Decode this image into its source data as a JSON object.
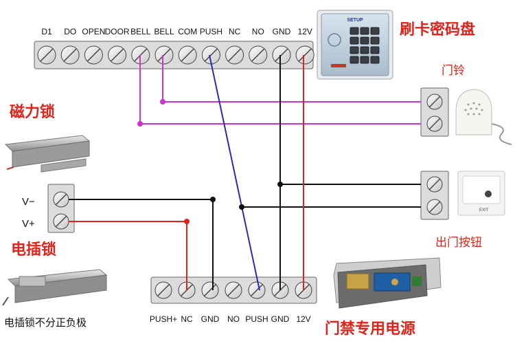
{
  "top_block": {
    "labels": [
      "D1",
      "DO",
      "OPEN",
      "DOOR",
      "BELL",
      "BELL",
      "COM",
      "PUSH",
      "NC",
      "NO",
      "GND",
      "12V"
    ]
  },
  "bottom_block": {
    "labels": [
      "PUSH+",
      "NC",
      "GND",
      "NO",
      "PUSH",
      "GND",
      "12V"
    ]
  },
  "captions": {
    "keypad": "刷卡密码盘",
    "doorbell": "门铃",
    "mag_lock": "磁力锁",
    "electric_bolt": "电插锁",
    "bolt_note": "电插锁不分正负极",
    "exit_button": "出门按钮",
    "power_supply": "门禁专用电源",
    "v_minus": "V−",
    "v_plus": "V+"
  },
  "devices": {
    "keypad_brand": "SETUP",
    "exit_button_text": "EXIT"
  },
  "colors": {
    "purple_wire": "#cc33cc",
    "blue_wire": "#2a2ab8",
    "black_wire": "#111111",
    "red_wire": "#e2231a",
    "title_red": "#e2231a"
  }
}
